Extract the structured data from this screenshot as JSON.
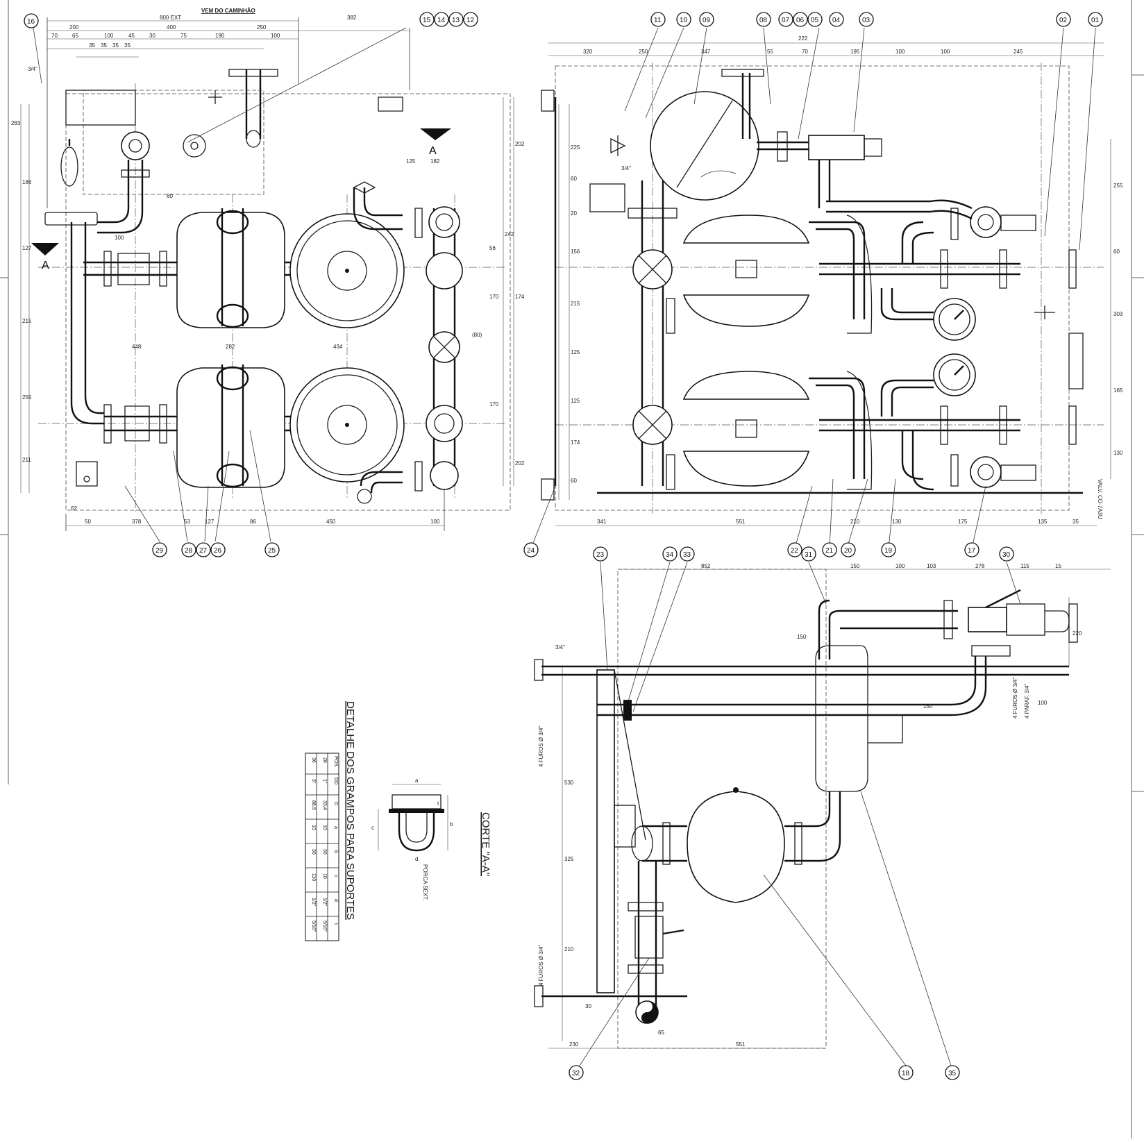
{
  "left_view": {
    "top_label": "VEM DO CAMINHÃO",
    "section_marker": "A",
    "pipe_size": "3/4\"",
    "dimensions_top": [
      "800 EXT",
      "382",
      "200",
      "400",
      "250",
      "70",
      "65",
      "100",
      "45",
      "30",
      "75",
      "190",
      "100",
      "35",
      "35",
      "35",
      "35"
    ],
    "dimensions_bottom": [
      "50",
      "378",
      "53",
      "127",
      "86",
      "450",
      "100"
    ],
    "dimensions_right": [
      "202",
      "242",
      "56",
      "170",
      "170",
      "174",
      "202"
    ],
    "dimensions_mid": [
      "448",
      "282",
      "434",
      "125",
      "182",
      "(80)"
    ],
    "dimensions_left": [
      "283",
      "186",
      "127",
      "215",
      "255",
      "211",
      "62",
      "100",
      "60"
    ],
    "callouts": [
      "16",
      "15",
      "14",
      "13",
      "12",
      "29",
      "28",
      "27",
      "26",
      "25"
    ]
  },
  "right_view": {
    "pipe_size": "3/4\"",
    "dimensions_top": [
      "320",
      "250",
      "347",
      "55",
      "70",
      "195",
      "100",
      "100",
      "245",
      "222"
    ],
    "dimensions_bottom": [
      "341",
      "551",
      "210",
      "130",
      "175",
      "135",
      "35"
    ],
    "dimensions_right": [
      "255",
      "60",
      "303",
      "165",
      "130"
    ],
    "dimensions_left": [
      "225",
      "60",
      "20",
      "156",
      "215",
      "125",
      "125",
      "174",
      "60"
    ],
    "note": "VALV. CO-7A3U",
    "callouts": [
      "11",
      "10",
      "09",
      "08",
      "07",
      "06",
      "05",
      "04",
      "03",
      "02",
      "01",
      "24",
      "22",
      "21",
      "20",
      "19",
      "17"
    ]
  },
  "section_view": {
    "title": "CORTE \"A-A\"",
    "pipe_size": "3/4\"",
    "dimensions": [
      "852",
      "150",
      "100",
      "103",
      "278",
      "115",
      "15",
      "150",
      "220",
      "530",
      "325",
      "210",
      "150",
      "230",
      "551",
      "30",
      "100",
      "65"
    ],
    "notes": [
      "4 FUROS Ø 3/4\"",
      "4 FUROS Ø 3/4\"",
      "4 FUROS Ø 3/4\"",
      "4 PARAF. 3/4\""
    ],
    "callouts": [
      "23",
      "34",
      "33",
      "31",
      "30",
      "32",
      "18",
      "35"
    ]
  },
  "support_detail": {
    "title": "DETALHE DOS GRAMPOS PARA SUPORTES",
    "labels": [
      "a",
      "b",
      "c",
      "d",
      "t",
      "PORCA SEXT."
    ],
    "table": {
      "headers": [
        "POS.",
        "DD",
        "D",
        "a",
        "b",
        "c",
        "d",
        "t"
      ],
      "rows": [
        [
          "28",
          "1\"",
          "33,4",
          "10",
          "30",
          "10",
          "1/2\"",
          "5/16\""
        ],
        [
          "36",
          "3\"",
          "88,9",
          "10",
          "30",
          "110",
          "1/2\"",
          "5/16\""
        ]
      ]
    }
  }
}
